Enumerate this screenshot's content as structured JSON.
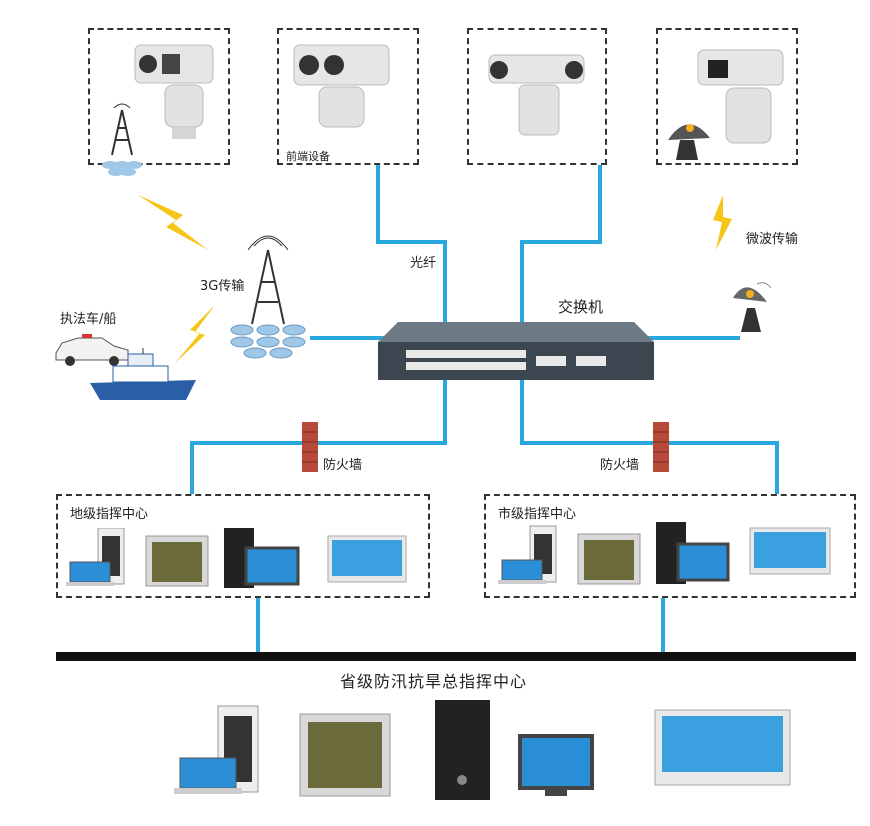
{
  "front": {
    "label": "前端设备"
  },
  "links": {
    "fiber": "光纤",
    "g3": "3G传输",
    "vehicle": "执法车/船",
    "microwave": "微波传输",
    "switch": "交换机",
    "firewall_left": "防火墙",
    "firewall_right": "防火墙"
  },
  "centers": {
    "district": "地级指挥中心",
    "city": "市级指挥中心",
    "province": "省级防汛抗旱总指挥中心"
  },
  "colors": {
    "line": "#29a8e0",
    "dash": "#333333",
    "bus": "#111111",
    "firewall": "#b84a3a"
  }
}
